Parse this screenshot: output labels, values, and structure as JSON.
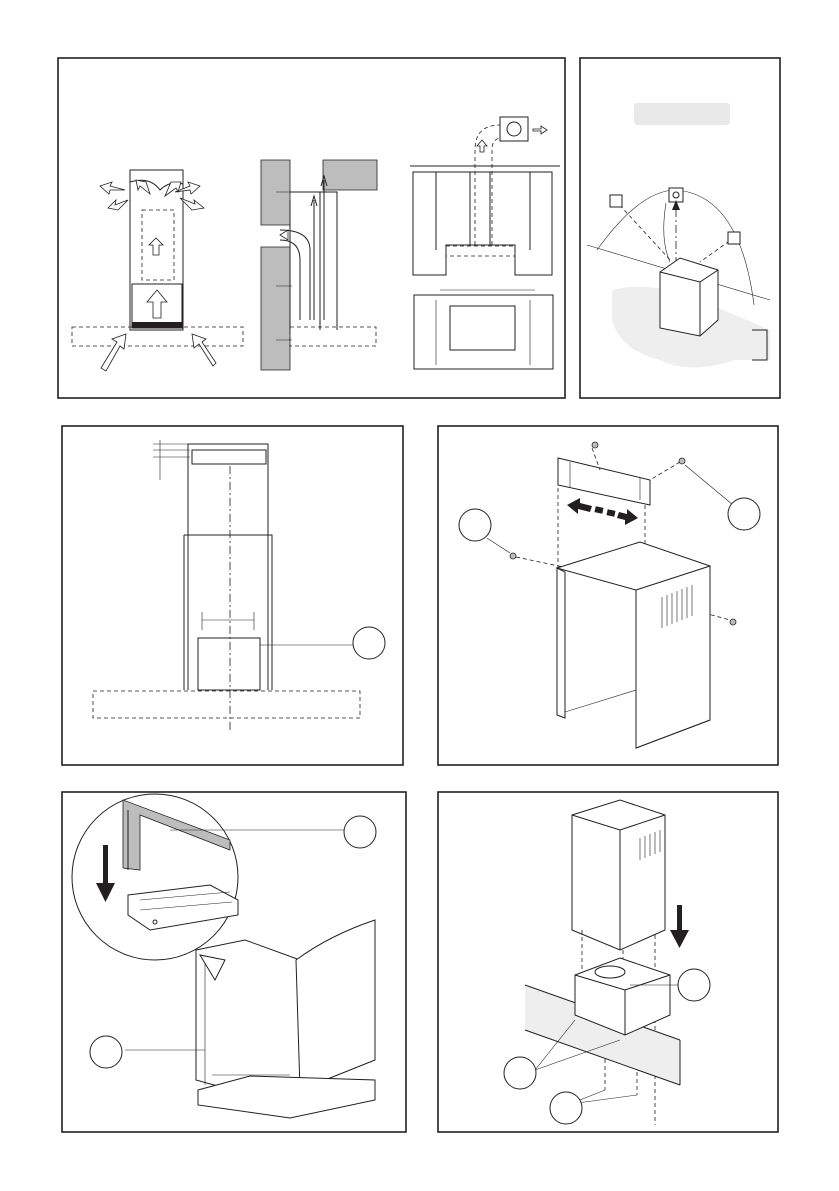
{
  "page": {
    "background": "#ffffff",
    "line_color": "#231f20",
    "panel_gray": "#bdbdbd",
    "label_box_color": "#e9e9e9"
  },
  "panels": [
    {
      "id": "airflow-modes",
      "icons": [
        "recirculation-icon",
        "wall-duct-icon",
        "external-motor-icon"
      ]
    },
    {
      "id": "electrical-connection",
      "icons": [
        "socket-icon",
        "hood-unit-icon"
      ]
    },
    {
      "id": "chimney-dimensions",
      "icons": [
        "reference-circle-icon"
      ]
    },
    {
      "id": "bracket-fixing",
      "icons": [
        "bracket-icon",
        "screw-icon",
        "double-arrow-icon",
        "reference-circle-icon"
      ]
    },
    {
      "id": "chimney-assembly-detail",
      "icons": [
        "magnifier-detail-icon",
        "down-arrow-icon",
        "reference-circle-icon"
      ]
    },
    {
      "id": "chimney-mounting",
      "icons": [
        "chimney-icon",
        "down-arrow-icon",
        "reference-circle-icon"
      ]
    }
  ]
}
